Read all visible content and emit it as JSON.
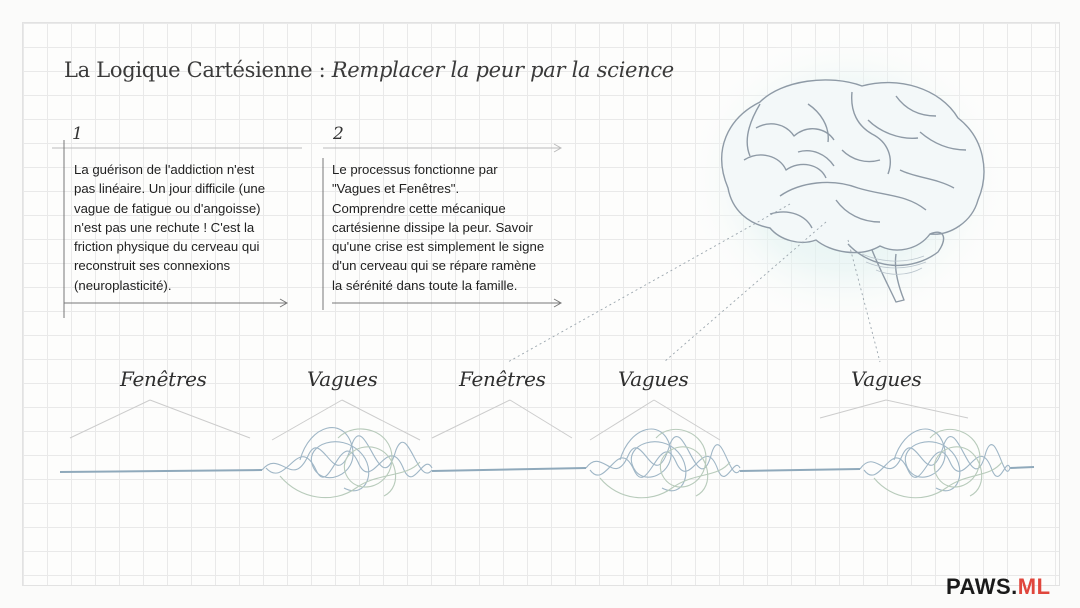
{
  "title": {
    "main": "La Logique Cartésienne : ",
    "emphasis": "Remplacer la peur par la science"
  },
  "points": [
    {
      "number": "1",
      "lines": [
        "La guérison de l'addiction n'est",
        "pas linéaire. Un jour difficile (une",
        "vague de fatigue ou d'angoisse)",
        "n'est pas une rechute ! C'est la",
        "friction physique du cerveau qui",
        "reconstruit ses connexions",
        "(neuroplasticité)."
      ]
    },
    {
      "number": "2",
      "lines": [
        "Le processus fonctionne par",
        "\"Vagues et Fenêtres\".",
        "Comprendre cette mécanique",
        "cartésienne dissipe la peur. Savoir",
        "qu'une crise est simplement le signe",
        "d'un cerveau qui se répare ramène",
        "la sérénité dans toute la famille."
      ]
    }
  ],
  "wave_labels": [
    "Fenêtres",
    "Vagues",
    "Fenêtres",
    "Vagues",
    "Vagues"
  ],
  "brand": {
    "main": "PAWS.",
    "accent": "ML"
  },
  "colors": {
    "wave": "#9fb6c6",
    "wave_alt": "#b8cbbb",
    "brain_glow": "#dcefee",
    "brain_line": "#8e9aa6"
  }
}
